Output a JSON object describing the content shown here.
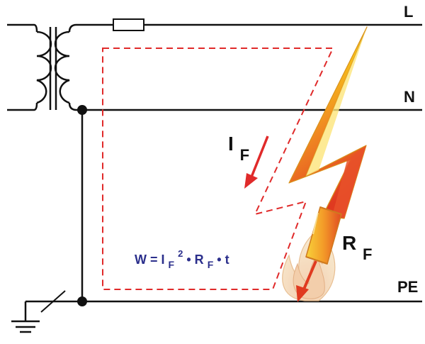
{
  "labels": {
    "line": "L",
    "neutral": "N",
    "protective_earth": "PE"
  },
  "fault_current": {
    "symbol": "I",
    "subscript": "F"
  },
  "fault_resistance": {
    "symbol": "R",
    "subscript": "F"
  },
  "energy_formula": {
    "lhs": "W = I",
    "i_sub": "F",
    "exponent": "2",
    "dot1": " • R",
    "r_sub": "F",
    "tail": " • t"
  },
  "colors": {
    "wire": "#111111",
    "fault_path": "#e02a2a",
    "formula": "#2b2f8c",
    "bolt_yellow": "#f6c21a",
    "bolt_orange": "#ee7a22",
    "bolt_red": "#e03a20"
  }
}
